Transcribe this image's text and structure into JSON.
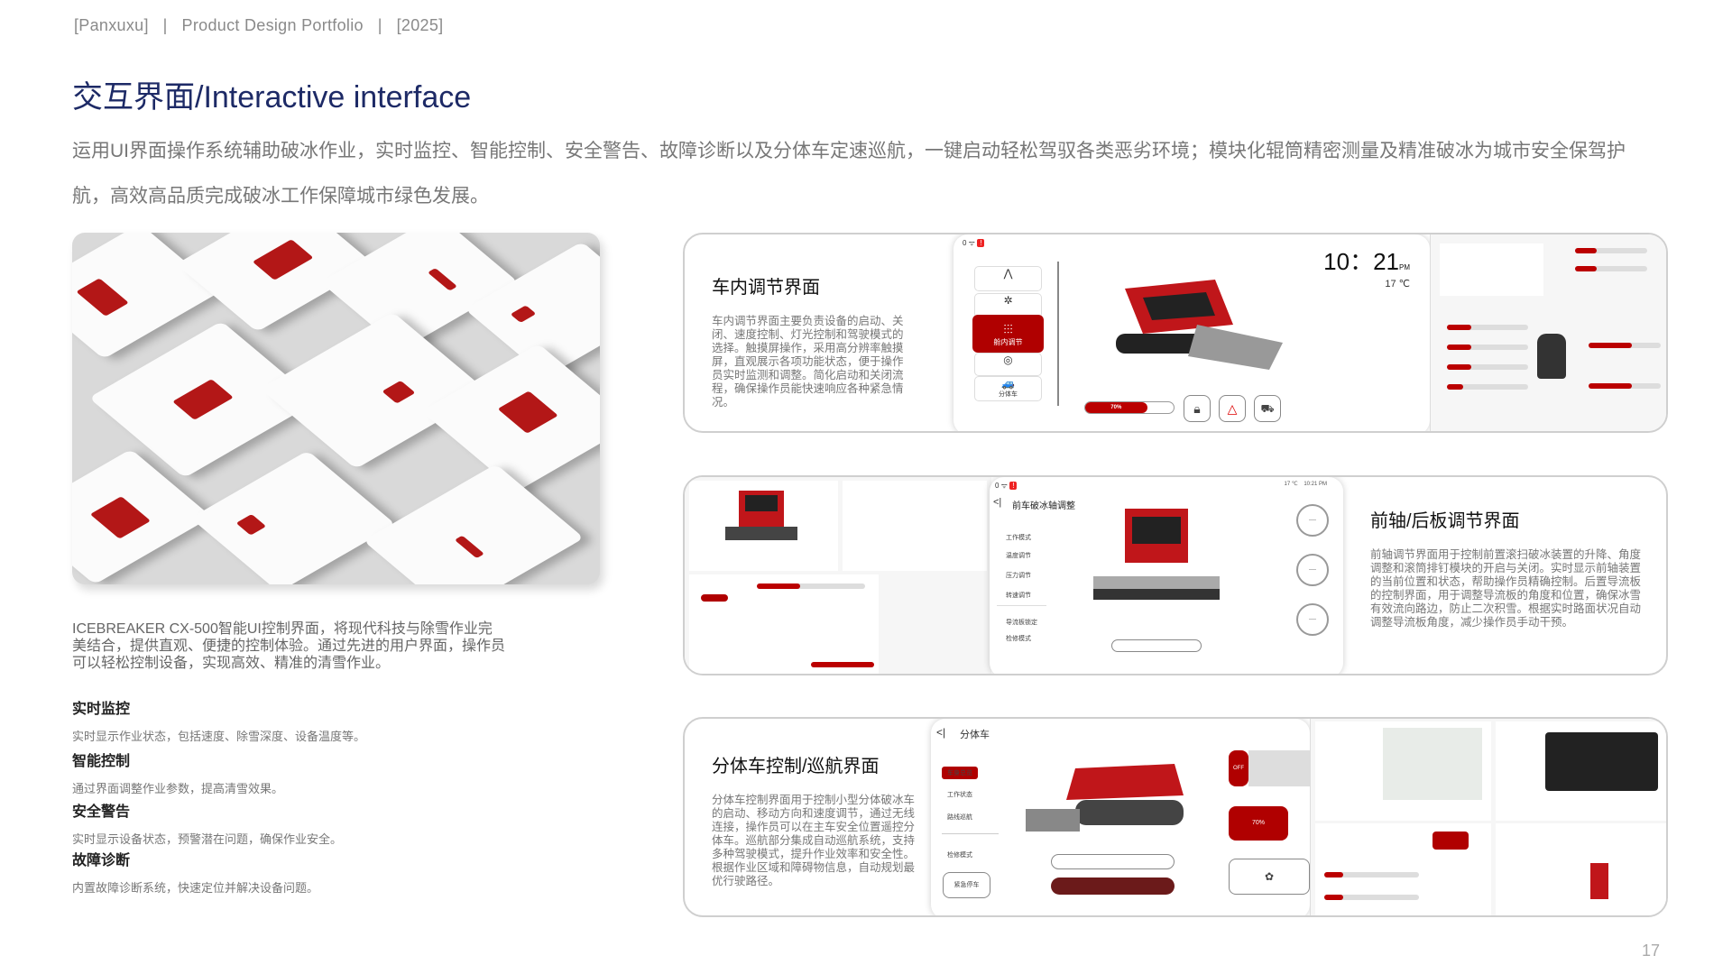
{
  "header": {
    "text": "[Panxuxu]   |   Product Design Portfolio   |   [2025]"
  },
  "title": "交互界面/Interactive interface",
  "intro": "运用UI界面操作系统辅助破冰作业，实时监控、智能控制、安全警告、故障诊断以及分体车定速巡航，一键启动轻松驾驭各类恶劣环境；模块化辊筒精密测量及精准破冰为城市安全保驾护航，高效高品质完成破冰工作保障城市绿色发展。",
  "left": {
    "lead": "ICEBREAKER CX-500智能UI控制界面，将现代科技与除雪作业完美结合，提供直观、便捷的控制体验。通过先进的用户界面，操作员可以轻松控制设备，实现高效、精准的清雪作业。",
    "features": [
      {
        "title": "实时监控",
        "desc": "实时显示作业状态，包括速度、除雪深度、设备温度等。"
      },
      {
        "title": "智能控制",
        "desc": "通过界面调整作业参数，提高清雪效果。"
      },
      {
        "title": "安全警告",
        "desc": "实时显示设备状态，预警潜在问题，确保作业安全。"
      },
      {
        "title": "故障诊断",
        "desc": "内置故障诊断系统，快速定位并解决设备问题。"
      }
    ]
  },
  "panels": [
    {
      "title": "车内调节界面",
      "desc": "车内调节界面主要负责设备的启动、关闭、速度控制、灯光控制和驾驶模式的选择。触摸屏操作，采用高分辨率触摸屏，直观展示各项功能状态，便于操作员实时监测和调整。简化启动和关闭流程，确保操作员能快速响应各种紧急情况。",
      "screen": {
        "time": "10：21",
        "ampm": "PM",
        "temp": "17 ℃",
        "active_menu": "舱内调节",
        "menu_last": "分体车",
        "battery": "70%",
        "battery_level": 0.7
      }
    },
    {
      "title": "前轴/后板调节界面",
      "desc": "前轴调节界面用于控制前置滚扫破冰装置的升降、角度调整和滚筒排钉模块的开启与关闭。实时显示前轴装置的当前位置和状态，帮助操作员精确控制。后置导流板的控制界面，用于调整导流板的角度和位置，确保冰雪有效流向路边，防止二次积雪。根据实时路面状况自动调整导流板角度，减少操作员手动干预。",
      "screen": {
        "title": "前车破冰轴调整",
        "temp": "17 ℃",
        "time": "10:21 PM",
        "menu": [
          "工作模式",
          "温度调节",
          "压力调节",
          "转速调节",
          "导流板锁定",
          "检修模式"
        ]
      }
    },
    {
      "title": "分体车控制/巡航界面",
      "desc": "分体车控制界面用于控制小型分体破冰车的启动、移动方向和速度调节，通过无线连接，操作员可以在主车安全位置遥控分体车。巡航部分集成自动巡航系统，支持多种驾驶模式，提升作业效率和安全性。根据作业区域和障碍物信息，自动规划最优行驶路径。",
      "screen": {
        "title": "分体车",
        "menu": [
          "车身总览",
          "工作状态",
          "路线巡航",
          "检修模式"
        ],
        "emergency": "紧急停车",
        "off": "OFF",
        "battery": "70%"
      }
    }
  ],
  "page_number": "17",
  "colors": {
    "accent": "#b00000",
    "title": "#1d2a66"
  }
}
